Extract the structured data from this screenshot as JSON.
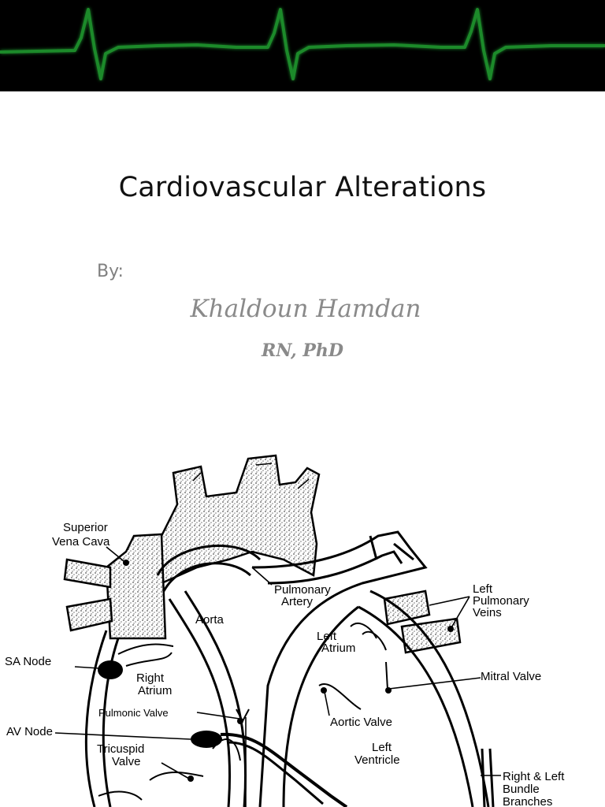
{
  "slide": {
    "title": "Cardiovascular Alterations",
    "by_label": "By:",
    "author": "Khaldoun Hamdan",
    "credentials": "RN, PhD"
  },
  "banner": {
    "background": "#000000",
    "trace_color": "#1f8a2a"
  },
  "diagram": {
    "labels": {
      "superior_vena_cava": [
        "Superior",
        "Vena Cava"
      ],
      "pulmonary_artery": [
        "Pulmonary",
        "Artery"
      ],
      "left_pulmonary_veins": [
        "Left",
        "Pulmonary",
        "Veins"
      ],
      "aorta": "Aorta",
      "left_atrium": [
        "Left",
        "Atrium"
      ],
      "sa_node": "SA Node",
      "right_atrium": [
        "Right",
        "Atrium"
      ],
      "mitral_valve": "Mitral Valve",
      "pulmonic_valve": "Pulmonic Valve",
      "aortic_valve": "Aortic Valve",
      "av_node": "AV Node",
      "tricuspid_valve": [
        "Tricuspid",
        "Valve"
      ],
      "left_ventricle": [
        "Left",
        "Ventricle"
      ],
      "bundle_branches": [
        "Right & Left",
        "Bundle",
        "Branches"
      ]
    }
  }
}
